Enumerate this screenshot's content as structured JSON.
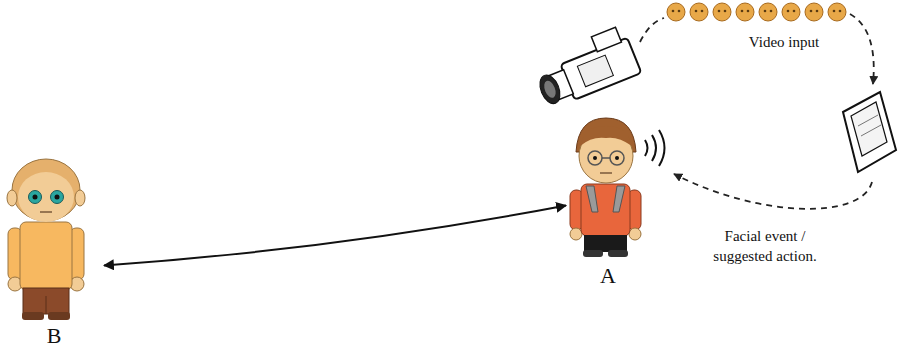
{
  "diagram": {
    "nodes": [
      {
        "text": [
          "B"
        ]
      },
      {
        "text": [
          "A"
        ]
      }
    ],
    "edges": [
      {
        "from": 0,
        "to": 1,
        "arrow": "both"
      }
    ],
    "labels": [
      "Video input",
      "Facial event / suggested action."
    ]
  }
}
